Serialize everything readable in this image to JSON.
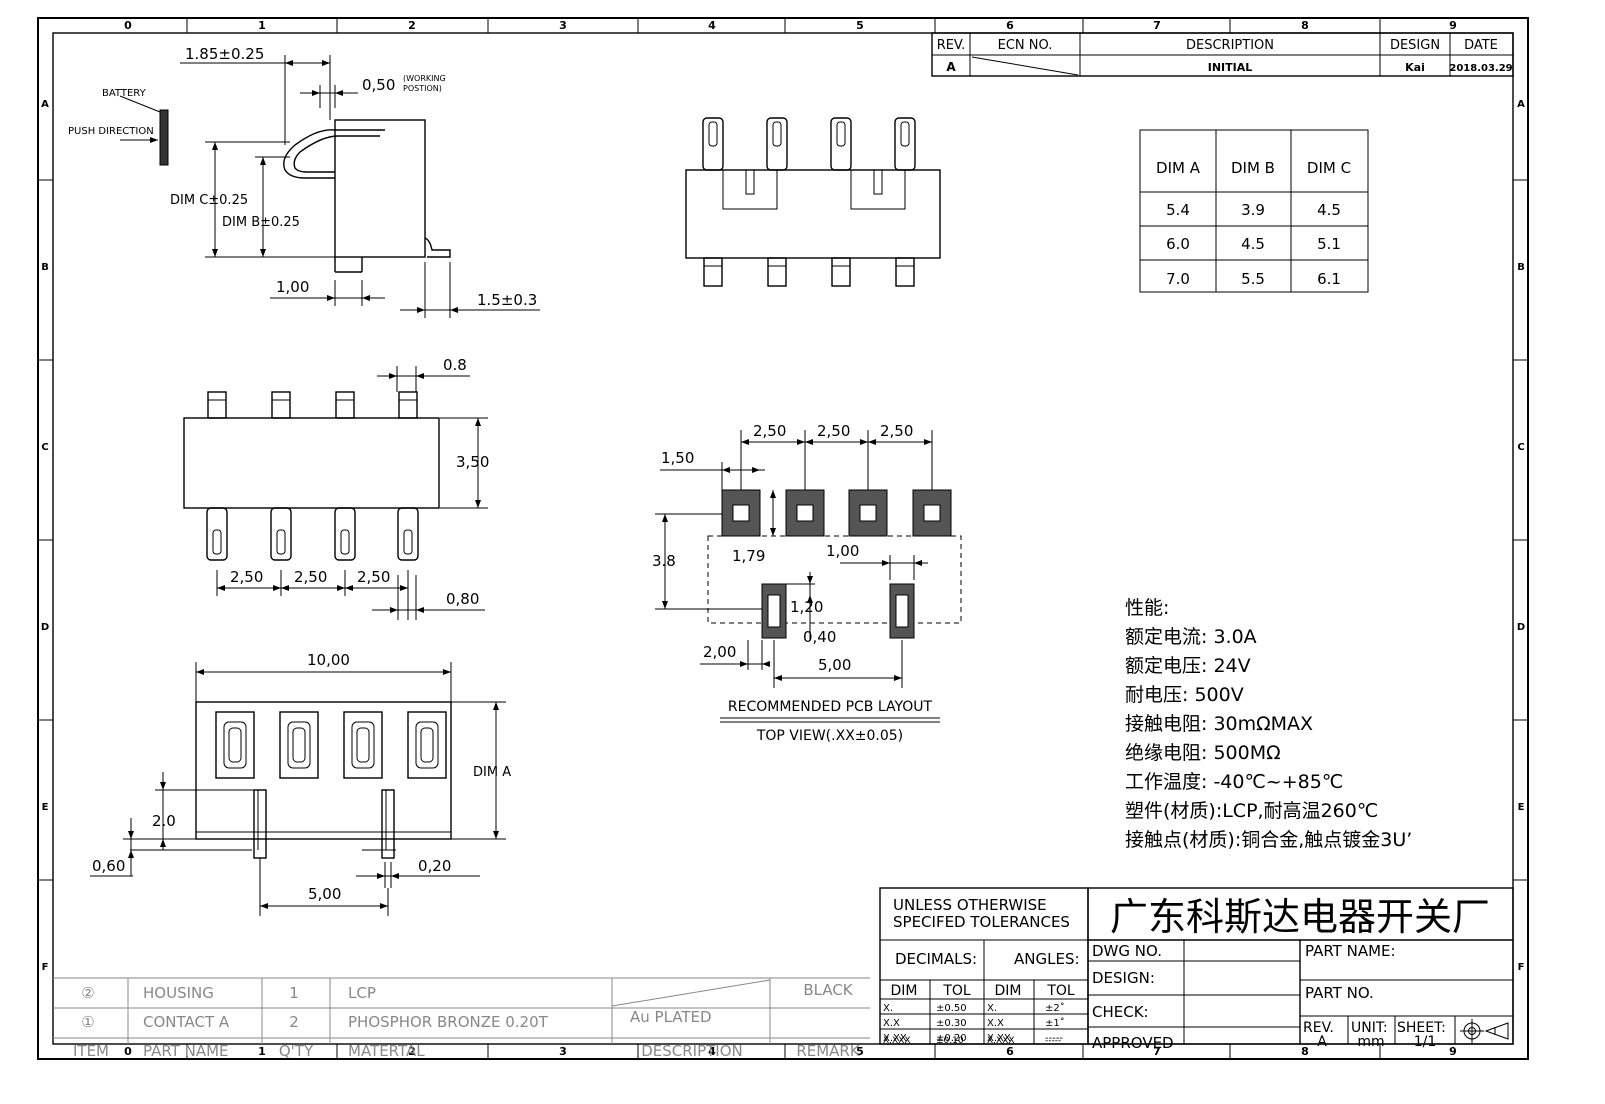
{
  "grid": {
    "cols": [
      "0",
      "1",
      "2",
      "3",
      "4",
      "5",
      "6",
      "7",
      "8",
      "9"
    ],
    "rows": [
      "A",
      "B",
      "C",
      "D",
      "E",
      "F"
    ]
  },
  "rev_block": {
    "rev_header": "REV.",
    "ecn_header": "ECN NO.",
    "desc_header": "DESCRIPTION",
    "design_header": "DESIGN",
    "date_header": "DATE",
    "rev": "A",
    "desc": "INITIAL",
    "design": "Kai",
    "date": "2018.03.29"
  },
  "dim_table": {
    "headers": [
      "DIM A",
      "DIM B",
      "DIM C"
    ],
    "rows": [
      [
        "5.4",
        "3.9",
        "4.5"
      ],
      [
        "6.0",
        "4.5",
        "5.1"
      ],
      [
        "7.0",
        "5.5",
        "6.1"
      ]
    ]
  },
  "side_view": {
    "battery": "BATTERY",
    "push_direction": "PUSH DIRECTION",
    "d_185": "1.85±0.25",
    "d_050": "0,50",
    "working_1": "(WORKING",
    "working_2": "POSTION)",
    "dim_c": "DIM C±0.25",
    "dim_b": "DIM B±0.25",
    "d_100": "1,00",
    "d_15": "1.5±0.3"
  },
  "top_view": {
    "d_08": "0.8",
    "d_350": "3,50",
    "d_250a": "2,50",
    "d_250b": "2,50",
    "d_250c": "2,50",
    "d_080": "0,80"
  },
  "front_view": {
    "d_1000": "10,00",
    "dim_a": "DIM A",
    "d_20": "2.0",
    "d_060": "0,60",
    "d_020": "0,20",
    "d_500": "5,00"
  },
  "pcb_layout": {
    "p1": "2,50",
    "p2": "2,50",
    "p3": "2,50",
    "d_150": "1,50",
    "d_38": "3.8",
    "d_179": "1,79",
    "d_100": "1,00",
    "d_120": "1,20",
    "d_040": "0,40",
    "d_200": "2,00",
    "d_500": "5,00",
    "title": "RECOMMENDED PCB LAYOUT",
    "subtitle": "TOP VIEW(.XX±0.05)"
  },
  "specs": [
    "性能:",
    "额定电流: 3.0A",
    "额定电压: 24V",
    "耐电压: 500V",
    "接触电阻: 30mΩMAX",
    "绝缘电阻: 500MΩ",
    "工作温度: -40℃~+85℃",
    "塑件(材质):LCP,耐高温260℃",
    "接触点(材质):铜合金,触点镀金3U’"
  ],
  "bom": {
    "rows": [
      {
        "no": "②",
        "name": "HOUSING",
        "qty": "1",
        "material": "LCP",
        "desc": "",
        "remark": "BLACK"
      },
      {
        "no": "①",
        "name": "CONTACT A",
        "qty": "2",
        "material": "PHOSPHOR BRONZE 0.20T",
        "desc": "Au PLATED",
        "remark": ""
      }
    ],
    "header": {
      "item": "ITEM",
      "name": "PART NAME",
      "qty": "Q'TY",
      "material": "MATERTAL",
      "desc": "DESCRIPTION",
      "remark": "REMARK"
    }
  },
  "tolerance": {
    "line1": "UNLESS OTHERWISE",
    "line2": "SPECIFED TOLERANCES",
    "decimals": "DECIMALS:",
    "angles": "ANGLES:",
    "dim": "DIM",
    "tol": "TOL",
    "dec_rows": [
      [
        "X.",
        "±0.50"
      ],
      [
        "X.X",
        "±0.30"
      ],
      [
        "X.XX",
        "±0.20"
      ],
      [
        "X.XXX",
        "±0.10"
      ]
    ],
    "ang_rows": [
      [
        "X.",
        "±2˚"
      ],
      [
        "X.X",
        "±1˚"
      ],
      [
        "X.XX",
        "-----"
      ],
      [
        "X.XXX",
        "-----"
      ]
    ]
  },
  "title_block": {
    "company": "广东科斯达电器开关厂",
    "dwg_no": "DWG NO.",
    "design": "DESIGN:",
    "check": "CHECK:",
    "approved": "APPROVED",
    "part_name": "PART NAME:",
    "part_no": "PART NO.",
    "rev_label": "REV.",
    "rev": "A",
    "unit_label": "UNIT:",
    "unit": "mm",
    "sheet_label": "SHEET:",
    "sheet": "1/1"
  }
}
